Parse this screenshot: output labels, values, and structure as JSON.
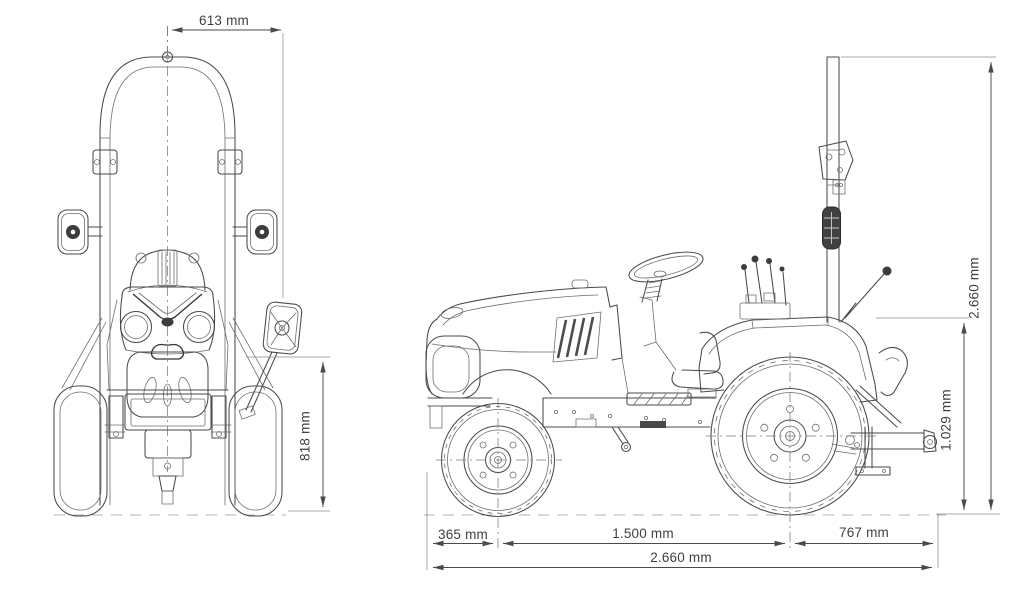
{
  "page": {
    "background": "#ffffff"
  },
  "diagram": {
    "type": "technical-drawing",
    "subject": "tractor dimensional drawing, front view and side view",
    "unit": "mm",
    "line_color": "#4a4a4a",
    "text_color": "#3f3f3f",
    "labels": {
      "rops_width": "613 mm",
      "front_reference_height": "818 mm",
      "overall_height": "2.660 mm",
      "rear_fender_height": "1.029 mm",
      "front_axle_setback": "365 mm",
      "wheelbase": "1.500 mm",
      "rear_axle_to_hitch": "767 mm",
      "overall_length": "2.660 mm"
    }
  }
}
